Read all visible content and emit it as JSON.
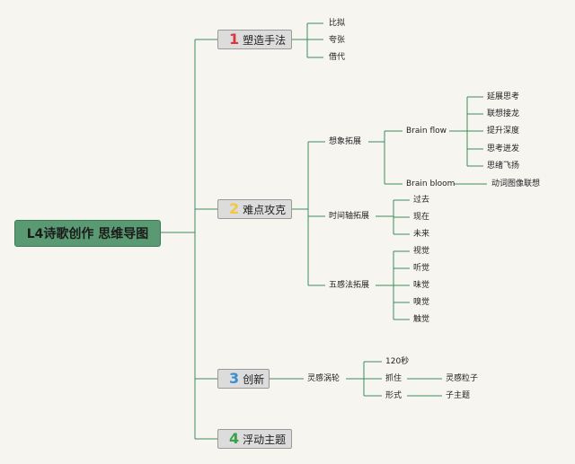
{
  "root": {
    "label": "L4诗歌创作 思维导图"
  },
  "branches": [
    {
      "num": "1",
      "num_color": "#d9363e",
      "label": "塑造手法",
      "children": [
        "比拟",
        "夸张",
        "借代"
      ]
    },
    {
      "num": "2",
      "num_color": "#f2c744",
      "label": "难点攻克",
      "children": [
        {
          "label": "想象拓展",
          "children": [
            {
              "label": "Brain flow",
              "children": [
                "延展思考",
                "联想接龙",
                "提升深度",
                "思考迸发",
                "思绪飞扬"
              ]
            },
            {
              "label": "Brain bloom",
              "children": [
                "动词图像联想"
              ]
            }
          ]
        },
        {
          "label": "时间轴拓展",
          "children": [
            "过去",
            "现在",
            "未来"
          ]
        },
        {
          "label": "五感法拓展",
          "children": [
            "视觉",
            "听觉",
            "味觉",
            "嗅觉",
            "触觉"
          ]
        }
      ]
    },
    {
      "num": "3",
      "num_color": "#3b8fd1",
      "label": "创新",
      "children": [
        {
          "label": "灵感涡轮",
          "children": [
            {
              "label": "120秒"
            },
            {
              "label": "抓住",
              "children": [
                "灵感粒子"
              ]
            },
            {
              "label": "形式",
              "children": [
                "子主题"
              ]
            }
          ]
        }
      ]
    },
    {
      "num": "4",
      "num_color": "#3aa14a",
      "label": "浮动主题",
      "children": []
    }
  ],
  "colors": {
    "line": "#3f8a5a",
    "root_bg": "#5a9a72",
    "main_bg": "#dcdcdc"
  }
}
